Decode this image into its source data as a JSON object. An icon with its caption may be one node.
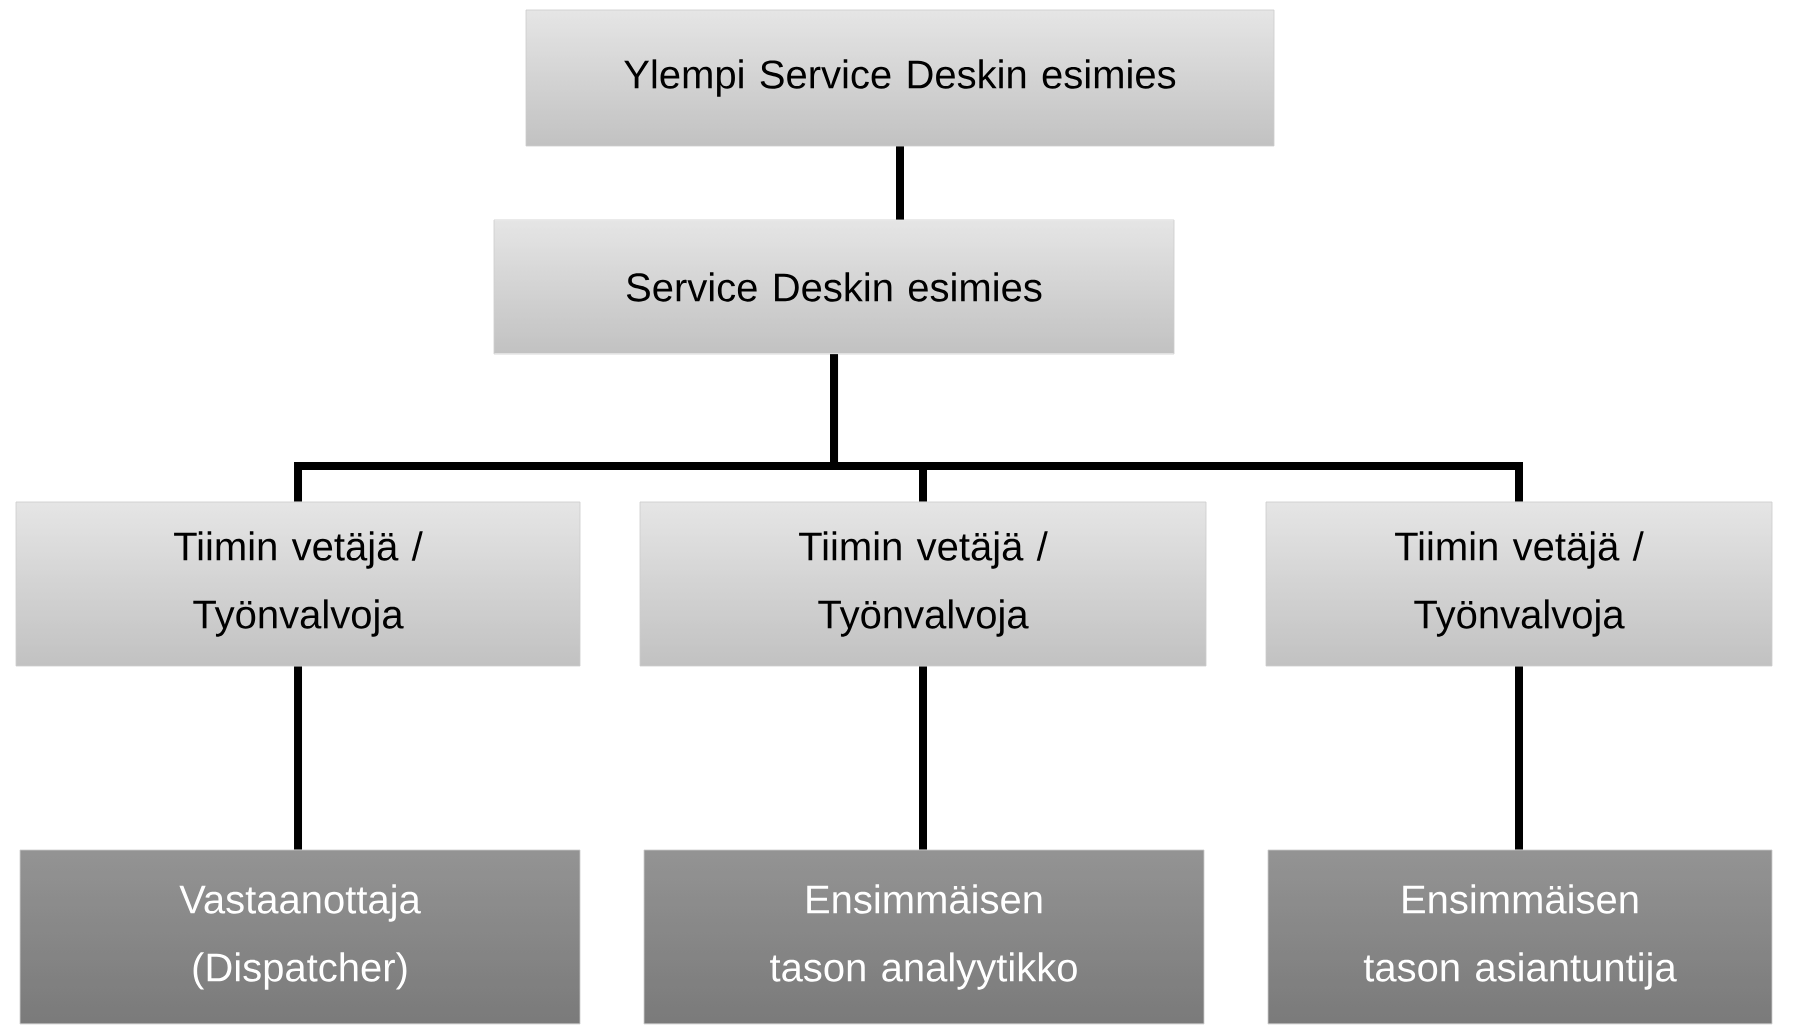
{
  "diagram": {
    "nodes": [
      {
        "text": [
          "Ylempi Service Deskin esimies"
        ]
      },
      {
        "text": [
          "Service Deskin esimies"
        ]
      },
      {
        "text": [
          "Tiimin vetäjä / Työnvalvoja"
        ]
      },
      {
        "text": [
          "Tiimin vetäjä / Työnvalvoja"
        ]
      },
      {
        "text": [
          "Tiimin vetäjä / Työnvalvoja"
        ]
      },
      {
        "text": [
          "Vastaanottaja (Dispatcher)"
        ]
      },
      {
        "text": [
          "Ensimmäisen tason analyytikko"
        ]
      },
      {
        "text": [
          "Ensimmäisen tason asiantuntija"
        ]
      }
    ],
    "edges": [
      {
        "from": 0,
        "to": 1,
        "arrow": "none"
      },
      {
        "from": 1,
        "to": 2,
        "arrow": "none"
      },
      {
        "from": 1,
        "to": 3,
        "arrow": "none"
      },
      {
        "from": 1,
        "to": 4,
        "arrow": "none"
      },
      {
        "from": 2,
        "to": 5,
        "arrow": "none"
      },
      {
        "from": 3,
        "to": 6,
        "arrow": "none"
      },
      {
        "from": 4,
        "to": 7,
        "arrow": "none"
      }
    ]
  }
}
